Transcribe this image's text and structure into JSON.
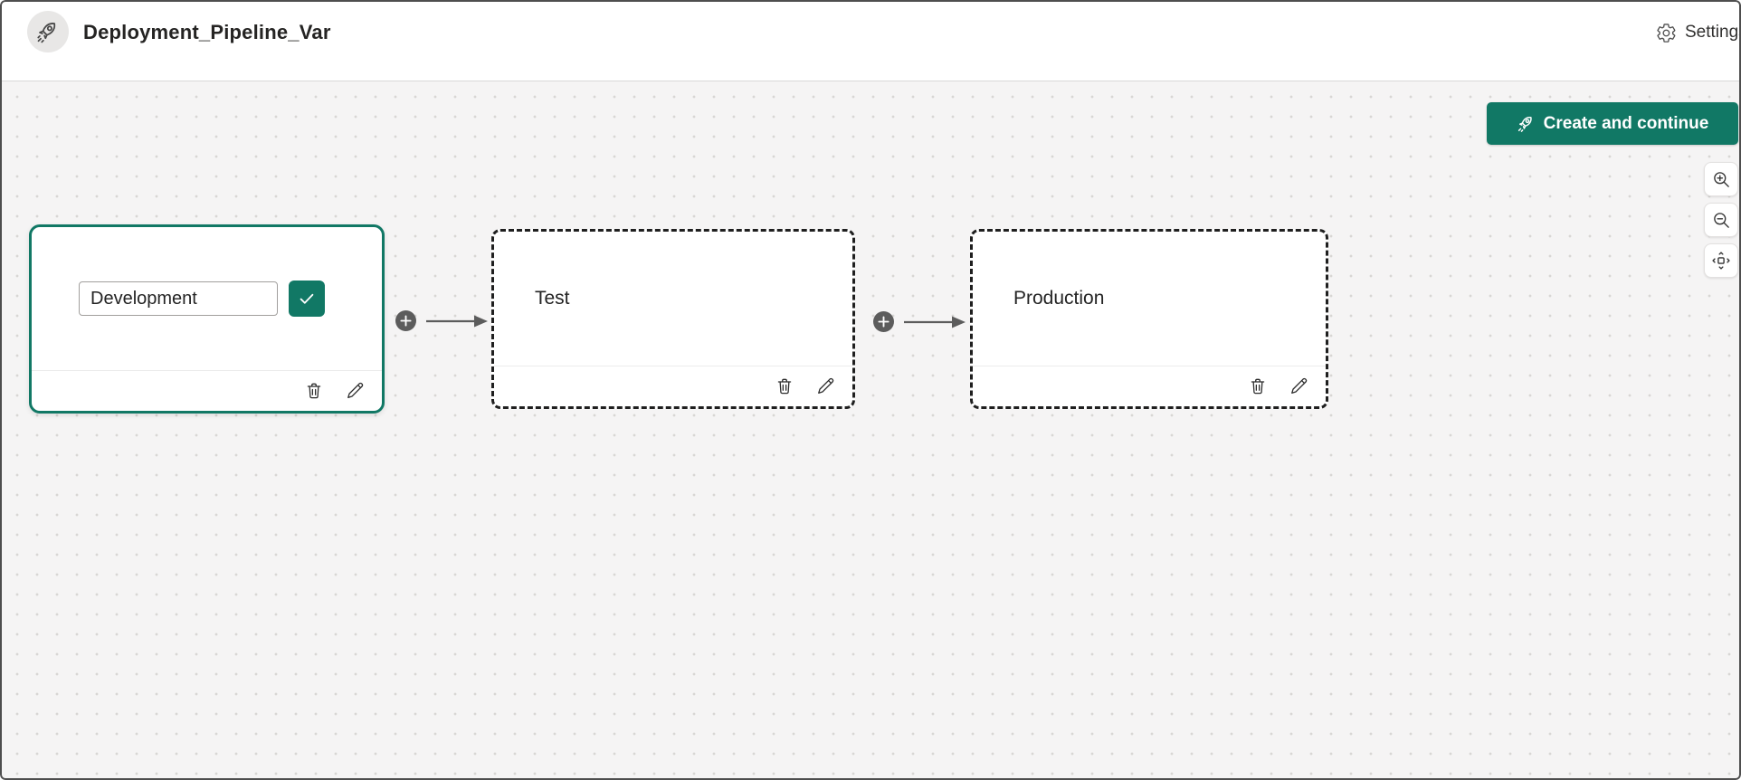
{
  "header": {
    "title": "Deployment_Pipeline_Var",
    "settings_label": "Settings"
  },
  "toolbar": {
    "create_label": "Create and continue"
  },
  "stages": [
    {
      "name": "Development",
      "state": "editing",
      "input_value": "Development"
    },
    {
      "name": "Test",
      "state": "planned"
    },
    {
      "name": "Production",
      "state": "planned"
    }
  ],
  "icons": {
    "avatar": "rocket-icon",
    "settings": "gear-icon",
    "create_button": "rocket-icon",
    "zoom_in": "magnifier-plus-icon",
    "zoom_out": "magnifier-minus-icon",
    "fit_view": "fit-to-view-icon",
    "add_stage": "plus-circle-icon",
    "connector": "arrow-right-icon",
    "delete_stage": "trash-icon",
    "edit_stage": "pencil-icon",
    "confirm_name": "check-icon"
  },
  "colors": {
    "accent_teal": "#117865",
    "canvas_background": "#f5f4f4",
    "canvas_dot": "#d8d6d4",
    "connector_gray": "#5c5c5c",
    "dashed_border": "#1f1f1f"
  }
}
